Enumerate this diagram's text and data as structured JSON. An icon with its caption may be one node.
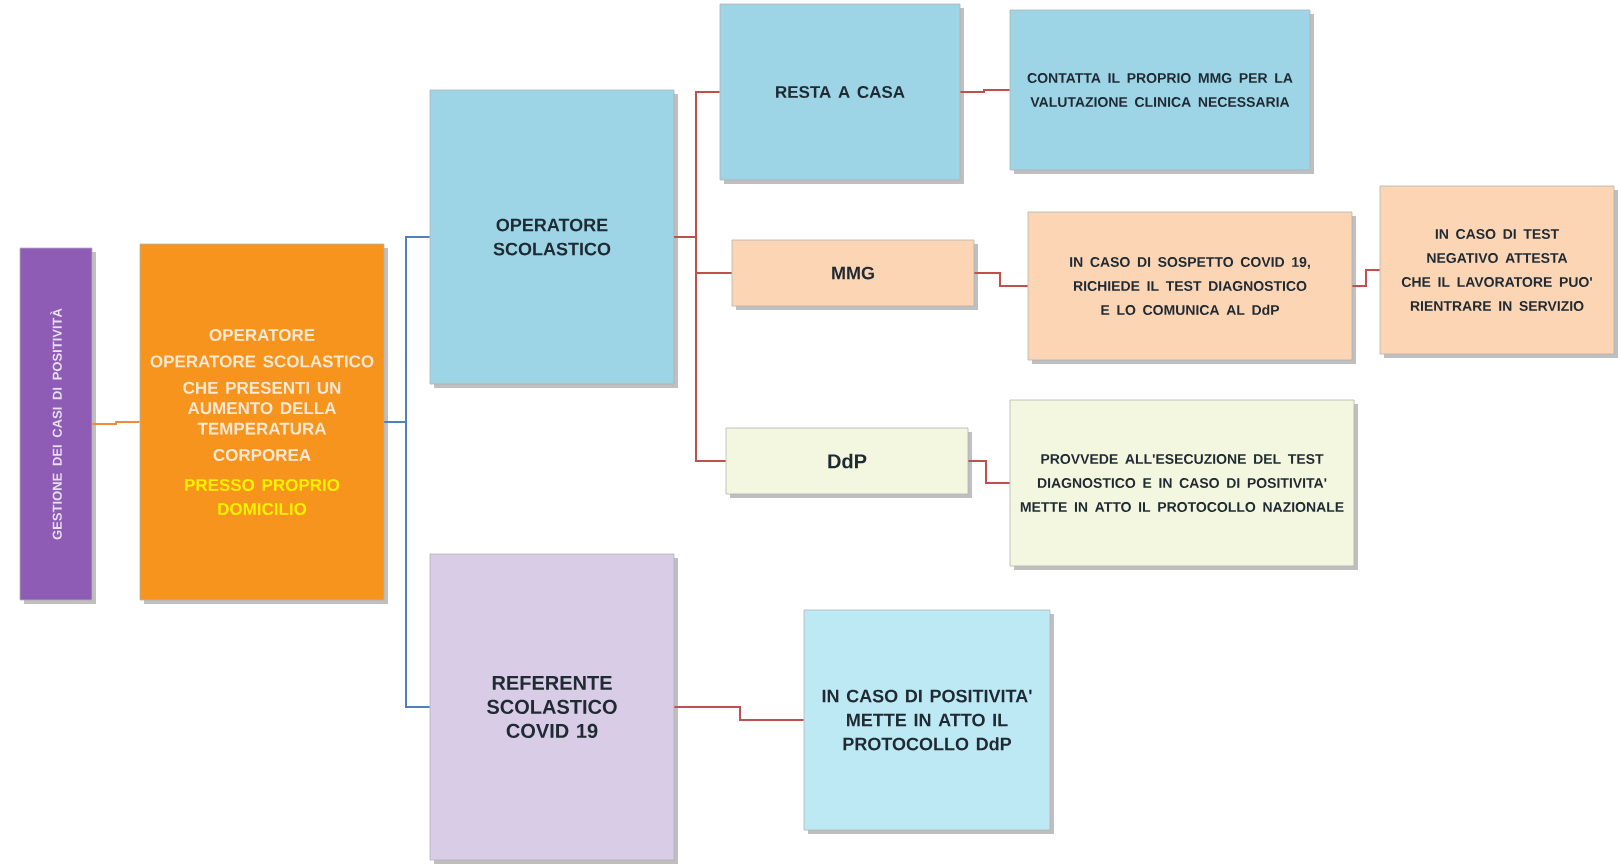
{
  "diagram": {
    "nodes": [
      {
        "text": [
          "GESTIONE DEI CASI DI POSITIVITÀ"
        ]
      },
      {
        "text": [
          "OPERATORE",
          "OPERATORE SCOLASTICO",
          "CHE PRESENTI UN AUMENTO DELLA TEMPERATURA",
          "CORPOREA",
          "PRESSO PROPRIO DOMICILIO"
        ]
      },
      {
        "text": [
          "OPERATORE SCOLASTICO"
        ]
      },
      {
        "text": [
          "RESTA A CASA"
        ]
      },
      {
        "text": [
          "CONTATTA IL PROPRIO MMG PER LA VALUTAZIONE CLINICA NECESSARIA"
        ]
      },
      {
        "text": [
          "MMG"
        ]
      },
      {
        "text": [
          "IN CASO DI SOSPETTO COVID 19, RICHIEDE IL TEST DIAGNOSTICO E LO COMUNICA AL DdP"
        ]
      },
      {
        "text": [
          "IN CASO DI TEST NEGATIVO ATTESTA CHE IL LAVORATORE PUO' RIENTRARE IN SERVIZIO"
        ]
      },
      {
        "text": [
          "DdP"
        ]
      },
      {
        "text": [
          "PROVVEDE ALL'ESECUZIONE DEL TEST DIAGNOSTICO E IN CASO DI POSITIVITA' METTE IN ATTO IL PROTOCOLLO NAZIONALE"
        ]
      },
      {
        "text": [
          "REFERENTE SCOLASTICO COVID 19"
        ]
      },
      {
        "text": [
          "IN CASO DI POSITIVITA' METTE IN ATTO IL PROTOCOLLO DdP"
        ]
      }
    ],
    "edges": [
      {
        "from": 0,
        "to": 1,
        "arrow": "none",
        "color": "#f08a3c"
      },
      {
        "from": 1,
        "to": 2,
        "arrow": "none",
        "color": "#4f81bd"
      },
      {
        "from": 1,
        "to": 10,
        "arrow": "none",
        "color": "#4f81bd"
      },
      {
        "from": 2,
        "to": 3,
        "arrow": "none"
      },
      {
        "from": 2,
        "to": 5,
        "arrow": "none"
      },
      {
        "from": 2,
        "to": 8,
        "arrow": "none"
      },
      {
        "from": 3,
        "to": 4,
        "arrow": "none"
      },
      {
        "from": 5,
        "to": 6,
        "arrow": "none"
      },
      {
        "from": 6,
        "to": 7,
        "arrow": "none"
      },
      {
        "from": 8,
        "to": 9,
        "arrow": "none"
      },
      {
        "from": 10,
        "to": 11,
        "arrow": "none"
      }
    ]
  }
}
